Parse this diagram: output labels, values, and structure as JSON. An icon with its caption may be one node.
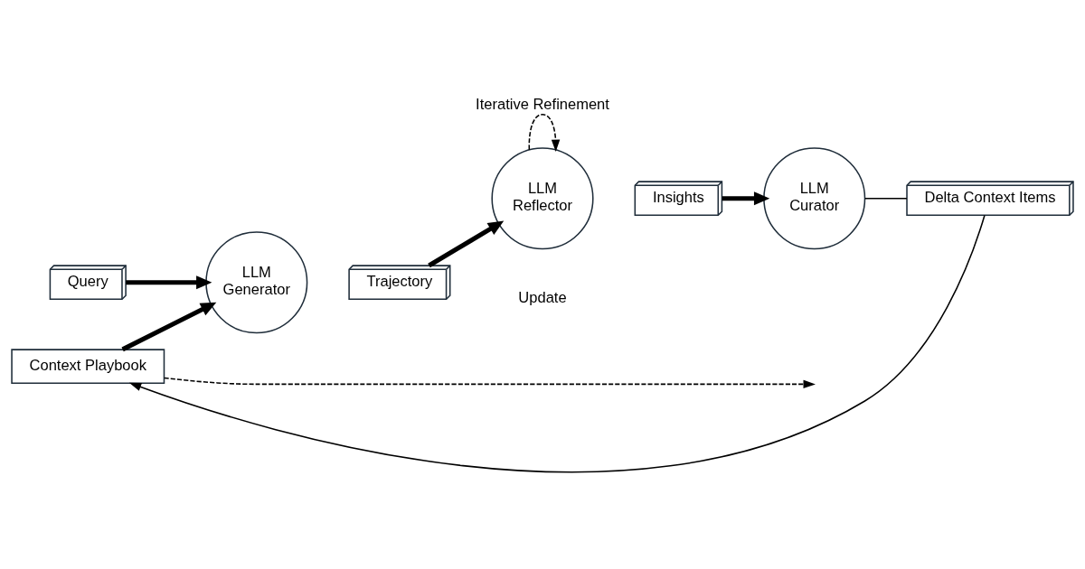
{
  "diagram": {
    "nodes": [
      {
        "text": [
          "Query"
        ]
      },
      {
        "text": [
          "Context Playbook"
        ]
      },
      {
        "text": [
          "LLM",
          "Generator"
        ]
      },
      {
        "text": [
          "Trajectory"
        ]
      },
      {
        "text": [
          "LLM",
          "Reflector"
        ]
      },
      {
        "text": [
          "Insights"
        ]
      },
      {
        "text": [
          "LLM",
          "Curator"
        ]
      },
      {
        "text": [
          "Delta Context Items"
        ]
      }
    ],
    "edges": [
      {
        "from": 0,
        "to": 2,
        "arrow": "to",
        "style": "thick"
      },
      {
        "from": 1,
        "to": 2,
        "arrow": "to",
        "style": "thick"
      },
      {
        "from": 3,
        "to": 4,
        "arrow": "to",
        "style": "thick"
      },
      {
        "from": 4,
        "to": 4,
        "arrow": "to",
        "style": "dashed",
        "label": "Iterative Refinement"
      },
      {
        "from": 5,
        "to": 6,
        "arrow": "to",
        "style": "thick"
      },
      {
        "from": 1,
        "to": null,
        "arrow": "to",
        "style": "dashed"
      },
      {
        "from": 6,
        "to": 7,
        "arrow": "none"
      },
      {
        "from": 7,
        "to": 1,
        "arrow": "to"
      }
    ],
    "labels": [
      "Update"
    ]
  }
}
